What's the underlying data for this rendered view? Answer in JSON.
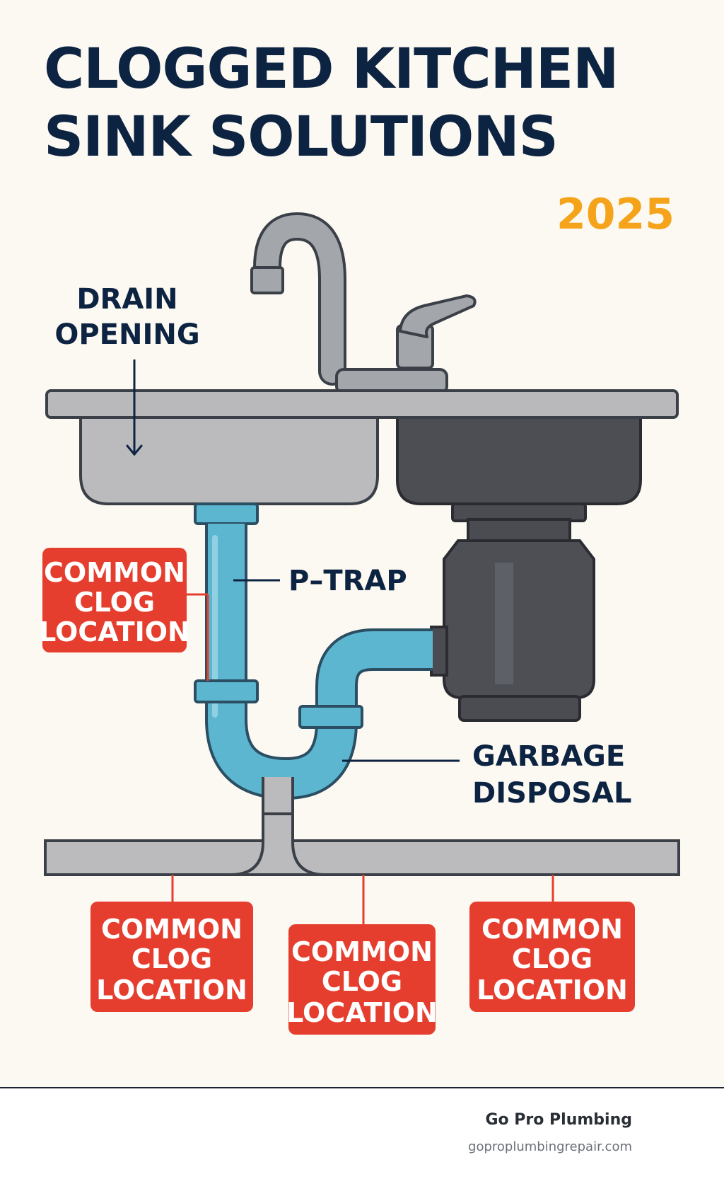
{
  "title": {
    "line1": "CLOGGED KITCHEN",
    "line2": "SINK SOLUTIONS",
    "year": "2025"
  },
  "labels": {
    "drain_line1": "DRAIN",
    "drain_line2": "OPENING",
    "ptrap": "P–TRAP",
    "disposal_line1": "GARBAGE",
    "disposal_line2": "DISPOSAL"
  },
  "clog_badges": [
    {
      "line1": "COMMON",
      "line2": "CLOG",
      "line3": "LOCATION"
    },
    {
      "line1": "COMMON",
      "line2": "CLOG",
      "line3": "LOCATION"
    },
    {
      "line1": "COMMON",
      "line2": "CLOG",
      "line3": "LOCATION"
    },
    {
      "line1": "COMMON",
      "line2": "CLOG",
      "line3": "LOCATION"
    }
  ],
  "footer": {
    "brand": "Go Pro Plumbing",
    "website": "goproplumbingrepair.com"
  },
  "colors": {
    "navy": "#0d2342",
    "accent": "#f5a31a",
    "clog_red": "#e63e2e",
    "pipe_blue": "#5cb6cf",
    "steel": "#b9b9bb",
    "disposal": "#4a4c52"
  }
}
